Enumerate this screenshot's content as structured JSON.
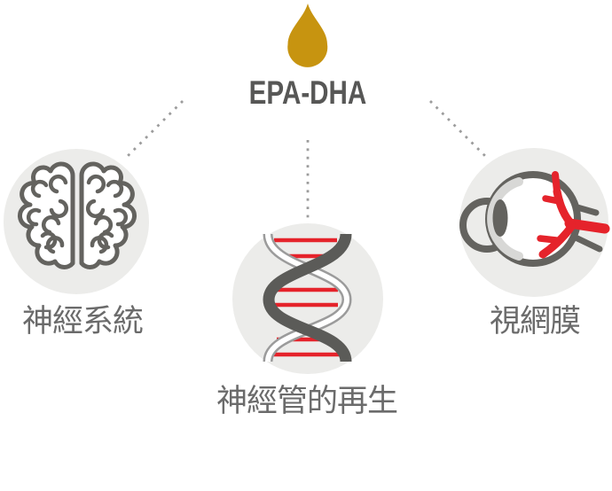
{
  "header": {
    "product_label": "EPA-DHA"
  },
  "drop": {
    "icon": "oil-drop-icon"
  },
  "nodes": [
    {
      "id": "nervous-system",
      "label": "神經系統",
      "icon": "brain-icon"
    },
    {
      "id": "neural-tube-regeneration",
      "label": "神經管的再生",
      "icon": "dna-icon"
    },
    {
      "id": "retina",
      "label": "視網膜",
      "icon": "eye-icon"
    }
  ],
  "colors": {
    "drop_gold": "#C79410",
    "icon_stroke_gray": "#64635F",
    "accent_red": "#E5232B",
    "node_circle_bg": "#ECECEA",
    "title_text": "#575756",
    "label_text": "#6B6B6B",
    "dotted_line": "#9C9C9C",
    "shade_gray": "#D8D8D6"
  }
}
